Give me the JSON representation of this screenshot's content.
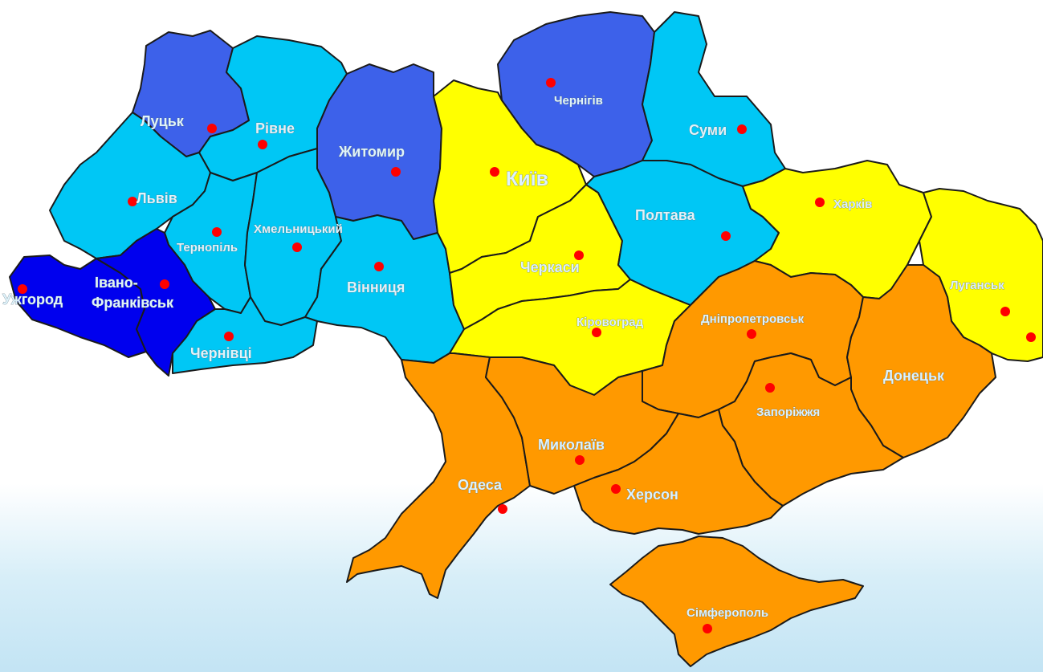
{
  "colors": {
    "dark_blue": "#0000ee",
    "medium_blue": "#3d61ea",
    "light_blue": "#00c7f5",
    "yellow": "#ffff00",
    "orange": "#ff9900",
    "city_marker": "#ff0000"
  },
  "regions": [
    {
      "id": "volyn",
      "city": "Луцьк",
      "fill_group": "medium_blue"
    },
    {
      "id": "rivne",
      "city": "Рівне",
      "fill_group": "light_blue"
    },
    {
      "id": "zhytomyr",
      "city": "Житомир",
      "fill_group": "medium_blue"
    },
    {
      "id": "chernihiv",
      "city": "Чернігів",
      "fill_group": "medium_blue"
    },
    {
      "id": "sumy",
      "city": "Суми",
      "fill_group": "light_blue"
    },
    {
      "id": "lviv",
      "city": "Львів",
      "fill_group": "light_blue"
    },
    {
      "id": "ternopil",
      "city": "Тернопіль",
      "fill_group": "light_blue"
    },
    {
      "id": "khmelnytskyi",
      "city": "Хмельницький",
      "fill_group": "light_blue"
    },
    {
      "id": "vinnytsia",
      "city": "Вінниця",
      "fill_group": "light_blue"
    },
    {
      "id": "zakarpattia",
      "city": "Ужгород",
      "fill_group": "dark_blue"
    },
    {
      "id": "ivano-frankivsk",
      "city": "Івано-Франківськ",
      "fill_group": "dark_blue"
    },
    {
      "id": "chernivtsi",
      "city": "Чернівці",
      "fill_group": "light_blue"
    },
    {
      "id": "kyiv",
      "city": "Київ",
      "fill_group": "yellow"
    },
    {
      "id": "cherkasy",
      "city": "Черкаси",
      "fill_group": "yellow"
    },
    {
      "id": "kirovohrad",
      "city": "Кіровоград",
      "fill_group": "yellow"
    },
    {
      "id": "poltava",
      "city": "Полтава",
      "fill_group": "light_blue"
    },
    {
      "id": "kharkiv",
      "city": "Харків",
      "fill_group": "yellow"
    },
    {
      "id": "luhansk",
      "city": "Луганськ",
      "fill_group": "yellow"
    },
    {
      "id": "dnipropetrovsk",
      "city": "Дніпропетровськ",
      "fill_group": "orange"
    },
    {
      "id": "donetsk",
      "city": "Донецьк",
      "fill_group": "orange"
    },
    {
      "id": "zaporizhzhia",
      "city": "Запоріжжя",
      "fill_group": "orange"
    },
    {
      "id": "odesa",
      "city": "Одеса",
      "fill_group": "orange"
    },
    {
      "id": "mykolaiv",
      "city": "Миколаїв",
      "fill_group": "orange"
    },
    {
      "id": "kherson",
      "city": "Херсон",
      "fill_group": "orange"
    },
    {
      "id": "crimea",
      "city": "Сімферополь",
      "fill_group": "orange"
    }
  ]
}
